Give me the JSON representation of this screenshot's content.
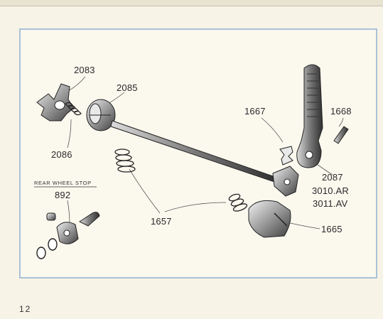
{
  "labels": {
    "p2083": "2083",
    "p2085": "2085",
    "p2086": "2086",
    "p1667": "1667",
    "p1668": "1668",
    "p2087": "2087",
    "p3010": "3010.AR",
    "p3011": "3011.AV",
    "p1657": "1657",
    "p1665": "1665",
    "rear_stop_title": "REAR WHEEL STOP",
    "p892": "892"
  },
  "page_number": "12",
  "colors": {
    "frame": "#a9c3d6",
    "ink": "#2a2a2a",
    "paper": "#fbf8ee"
  }
}
